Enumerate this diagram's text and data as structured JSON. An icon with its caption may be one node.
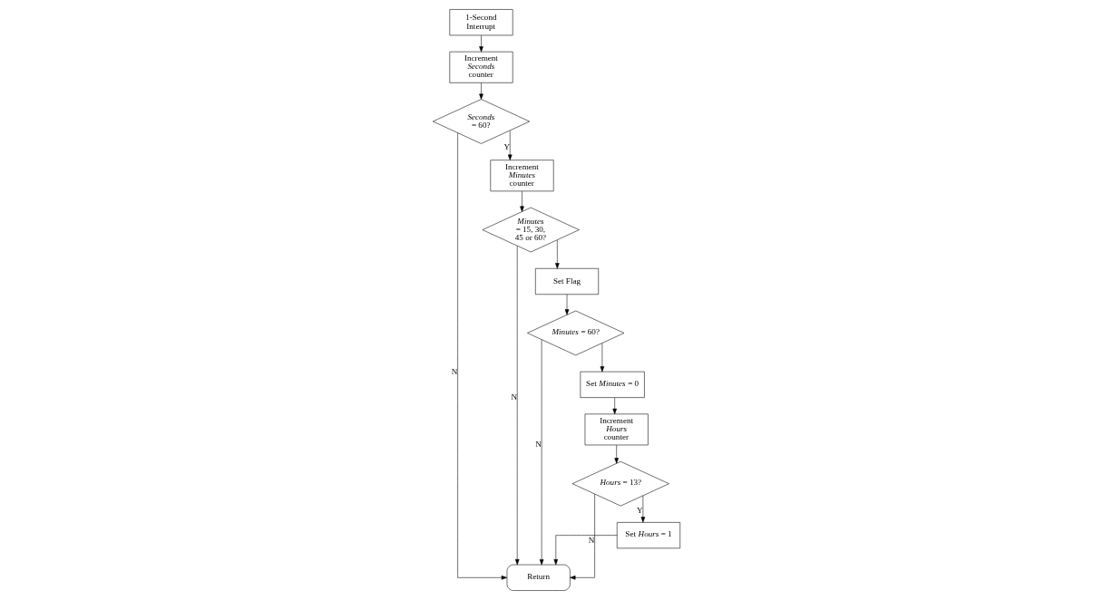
{
  "diagram": {
    "nodes": [
      {
        "text": [
          "1-Second Interrupt"
        ]
      },
      {
        "text": [
          "Increment *Seconds* counter"
        ]
      },
      {
        "text": [
          "*Seconds* = 60?"
        ]
      },
      {
        "text": [
          "Return"
        ]
      },
      {
        "text": [
          "Increment *Minutes* counter"
        ]
      },
      {
        "text": [
          "*Minutes* = 15, 30, 45 or 60?"
        ]
      },
      {
        "text": [
          "Set Flag"
        ]
      },
      {
        "text": [
          "*Minutes* = 60?"
        ]
      },
      {
        "text": [
          "Set *Minutes* = 0"
        ]
      },
      {
        "text": [
          "Increment *Hours* counter"
        ]
      },
      {
        "text": [
          "*Hours* = 13?"
        ]
      },
      {
        "text": [
          "Set *Hours* = 1"
        ]
      }
    ],
    "edges": [
      {
        "from": 0,
        "to": 1,
        "arrow": "to"
      },
      {
        "from": 1,
        "to": 2,
        "arrow": "to"
      },
      {
        "from": 2,
        "to": 4,
        "arrow": "to",
        "label": "Y"
      },
      {
        "from": 2,
        "to": 3,
        "arrow": "to",
        "label": "N"
      },
      {
        "from": 5,
        "to": 3,
        "arrow": "to",
        "label": "N"
      },
      {
        "from": 4,
        "to": 5,
        "arrow": "to"
      },
      {
        "from": 5,
        "to": 6,
        "arrow": "to"
      },
      {
        "from": 6,
        "to": 7,
        "arrow": "to"
      },
      {
        "from": 7,
        "to": 3,
        "arrow": "to",
        "label": "N"
      },
      {
        "from": 7,
        "to": 8,
        "arrow": "to"
      },
      {
        "from": 8,
        "to": 9,
        "arrow": "to"
      },
      {
        "from": 9,
        "to": 10,
        "arrow": "to"
      },
      {
        "from": 10,
        "to": 11,
        "arrow": "to",
        "label": "Y"
      },
      {
        "from": 10,
        "to": 3,
        "arrow": "to",
        "label": "N"
      },
      {
        "from": 11,
        "to": 3,
        "arrow": "to"
      }
    ]
  }
}
